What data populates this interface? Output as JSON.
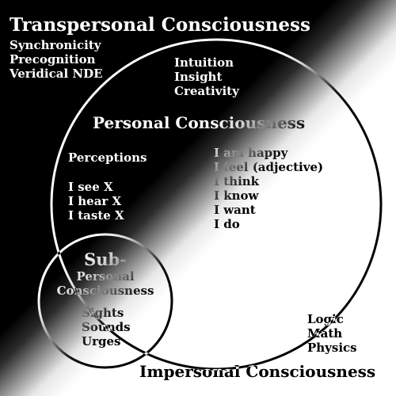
{
  "transpersonal": {
    "title": "Transpersonal Consciousness",
    "items": [
      "Synchronicity",
      "Precognition",
      "Veridical NDE"
    ]
  },
  "intuition_group": [
    "Intuition",
    "Insight",
    "Creativity"
  ],
  "personal": {
    "title": "Personal Consciousness",
    "perceptions_heading": "Perceptions",
    "perceptions": [
      "I see X",
      "I hear X",
      "I taste X"
    ],
    "states": [
      "I am happy",
      "I feel (adjective)",
      "I think",
      "I know",
      "I want",
      "I do"
    ]
  },
  "subpersonal": {
    "title_line1": "Sub-",
    "title_line2": "Personal",
    "title_line3": "Consciousness",
    "items": [
      "Sights",
      "Sounds",
      "Urges"
    ]
  },
  "impersonal": {
    "title": "Impersonal Consciousness",
    "items": [
      "Logic",
      "Math",
      "Physics"
    ]
  },
  "colors": {
    "background_dark": "#000000",
    "background_light": "#ffffff",
    "circle_stroke": "#ffffff"
  }
}
